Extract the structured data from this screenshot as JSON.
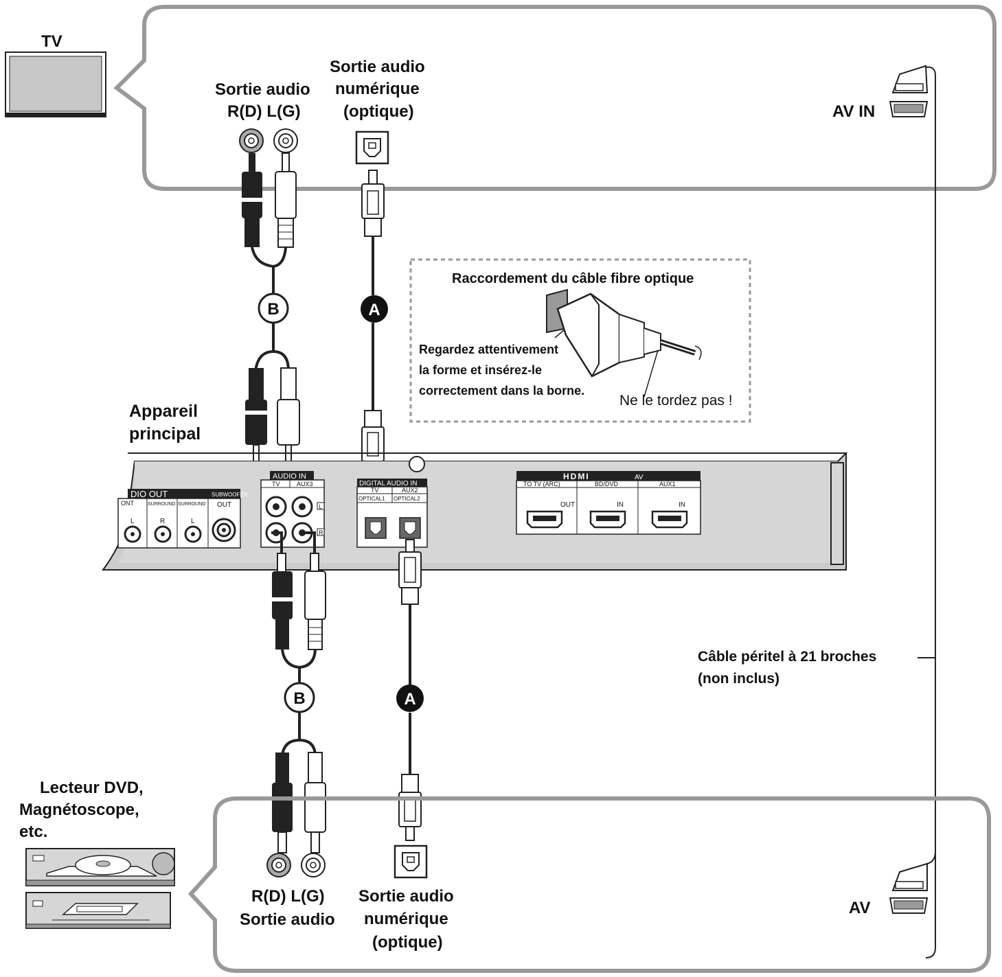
{
  "labels": {
    "tv": "TV",
    "tv_analog_out_1": "Sortie audio",
    "tv_analog_out_2": "R(D) L(G)",
    "tv_digital_out_1": "Sortie audio",
    "tv_digital_out_2": "numérique",
    "tv_digital_out_3": "(optique)",
    "av_in": "AV IN",
    "main_unit_1": "Appareil",
    "main_unit_2": "principal",
    "fiber_title": "Raccordement du câble fibre optique",
    "fiber_note_1": "Regardez attentivement",
    "fiber_note_2": "la forme et insérez-le",
    "fiber_note_3": "correctement dans la borne.",
    "fiber_warning": "Ne le tordez pas !",
    "scart_cable_1": "Câble péritel à 21 broches",
    "scart_cable_2": "(non inclus)",
    "dvd_1": "Lecteur DVD,",
    "dvd_2": "Magnétoscope,",
    "dvd_3": "etc.",
    "dvd_analog_out_1": "R(D) L(G)",
    "dvd_analog_out_2": "Sortie audio",
    "dvd_digital_out_1": "Sortie audio",
    "dvd_digital_out_2": "numérique",
    "dvd_digital_out_3": "(optique)",
    "av": "AV",
    "cable_b": "B",
    "cable_a": "A"
  },
  "panel": {
    "audio_out": "DIO OUT",
    "subwoofer": "SUBWOOFER",
    "front": "ONT",
    "surround_1": "SURROUND",
    "surround_2": "SURROUND",
    "out": "OUT",
    "l1": "L",
    "r": "R",
    "l2": "L",
    "audio_in": "AUDIO IN",
    "tv": "TV",
    "aux3": "AUX3",
    "l_badge": "L",
    "r_badge": "R",
    "digital_audio_in": "DIGITAL AUDIO IN",
    "dtv": "TV",
    "aux2": "AUX2",
    "optical1": "OPTICAL1",
    "optical2": "OPTICAL2",
    "hdmi": "HDMI",
    "hdmi_av": "AV",
    "to_tv": "TO TV (ARC)",
    "bd_dvd": "BD/DVD",
    "aux1": "AUX1",
    "hdmi_out": "OUT",
    "hdmi_in1": "IN",
    "hdmi_in2": "IN"
  }
}
